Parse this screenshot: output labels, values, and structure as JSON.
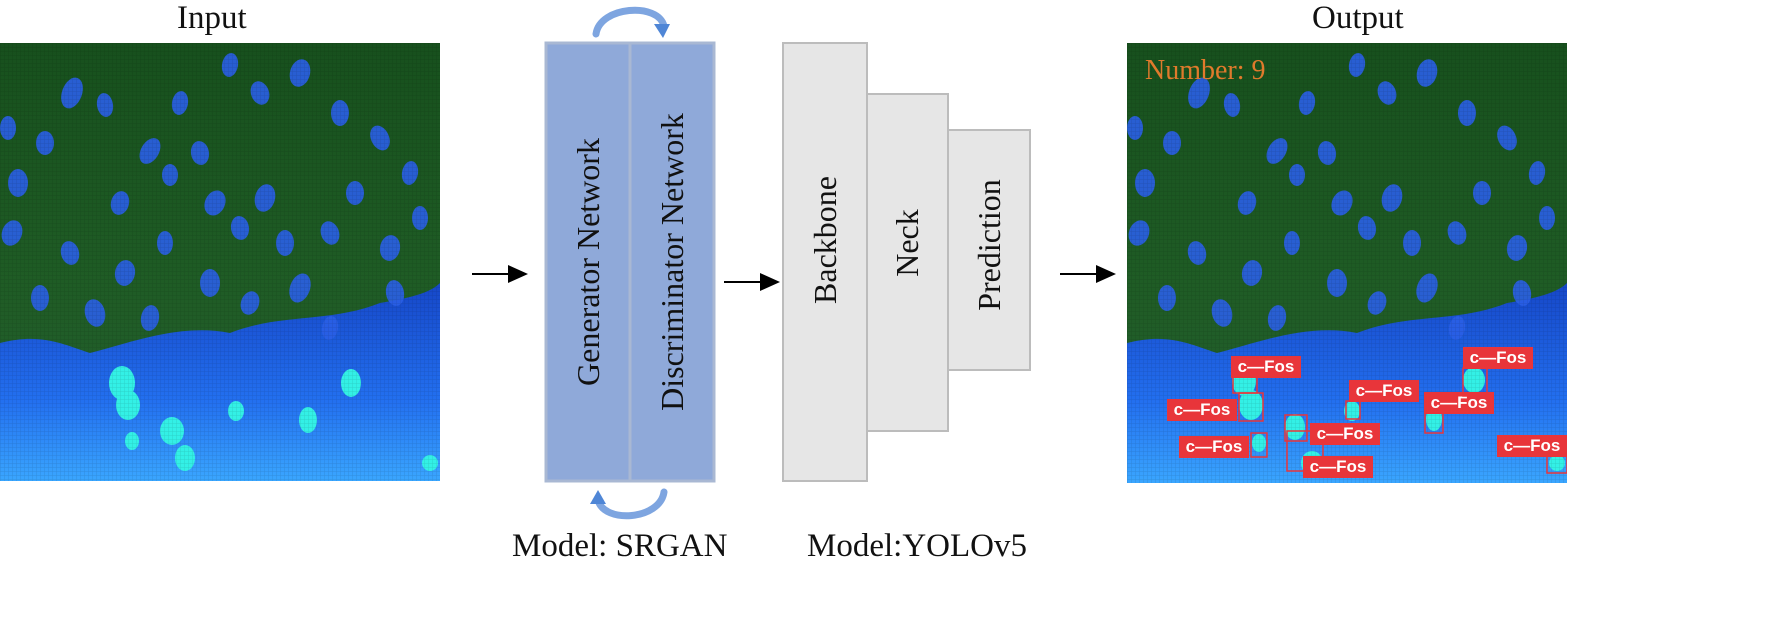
{
  "input_panel": {
    "title": "Input"
  },
  "output_panel": {
    "title": "Output",
    "count_label": "Number: 9"
  },
  "srgan": {
    "generator_label": "Generator Network",
    "discriminator_label": "Discriminator Network",
    "model_caption": "Model:  SRGAN"
  },
  "yolo": {
    "backbone_label": "Backbone",
    "neck_label": "Neck",
    "prediction_label": "Prediction",
    "model_caption": "Model:YOLOv5"
  },
  "detections": {
    "label": "c—Fos",
    "count": 9
  },
  "colors": {
    "srgan_block": "#8fa9d9",
    "srgan_border": "#a9b8d3",
    "yolo_block": "#e6e6e6",
    "yolo_border": "#bcbcbc",
    "tissue_green": "#1e5a24",
    "nuclei_blue": "#2a5fe6",
    "cell_blue": "#1c55ee",
    "cfos_cyan": "#33f0e6",
    "detection_red": "#e8353a",
    "count_orange": "#e07a2c",
    "cycle_arrow": "#5b8fd8"
  },
  "icons": [
    "arrow-right-icon",
    "cycle-arrow-icon"
  ]
}
